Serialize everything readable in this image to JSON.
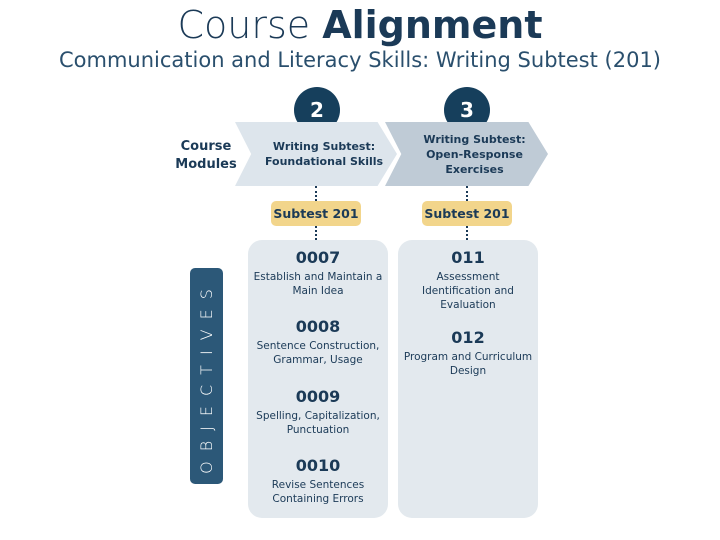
{
  "title": {
    "light": "Course",
    "bold": "Alignment"
  },
  "subtitle": "Communication and Literacy Skills: Writing Subtest (201)",
  "course_modules_label": {
    "line1": "Course",
    "line2": "Modules"
  },
  "modules": [
    {
      "number": "2",
      "title_line1": "Writing Subtest:",
      "title_line2": "Foundational Skills",
      "subtest": "Subtest 201",
      "objectives": [
        {
          "code": "0007",
          "desc_line1": "Establish and Maintain a",
          "desc_line2": "Main Idea",
          "desc_line3": ""
        },
        {
          "code": "0008",
          "desc_line1": "Sentence Construction,",
          "desc_line2": "Grammar, Usage",
          "desc_line3": ""
        },
        {
          "code": "0009",
          "desc_line1": "Spelling, Capitalization,",
          "desc_line2": "Punctuation",
          "desc_line3": ""
        },
        {
          "code": "0010",
          "desc_line1": "Revise Sentences",
          "desc_line2": "Containing Errors",
          "desc_line3": ""
        }
      ]
    },
    {
      "number": "3",
      "title_line1": "Writing Subtest:",
      "title_line2": "Open-Response Exercises",
      "subtest": "Subtest 201",
      "objectives": [
        {
          "code": "011",
          "desc_line1": "Assessment",
          "desc_line2": "Identification and",
          "desc_line3": "Evaluation"
        },
        {
          "code": "012",
          "desc_line1": "Program and Curriculum",
          "desc_line2": "Design",
          "desc_line3": ""
        }
      ]
    }
  ],
  "objectives_label": "OBJECTIVES",
  "colors": {
    "navy": "#163f5c",
    "chevron_light": "#dde5ec",
    "chevron_mid": "#bfcbd6",
    "badge": "#f2d58b",
    "panel": "#e3e9ee",
    "objectives_bar": "#2c5878"
  }
}
